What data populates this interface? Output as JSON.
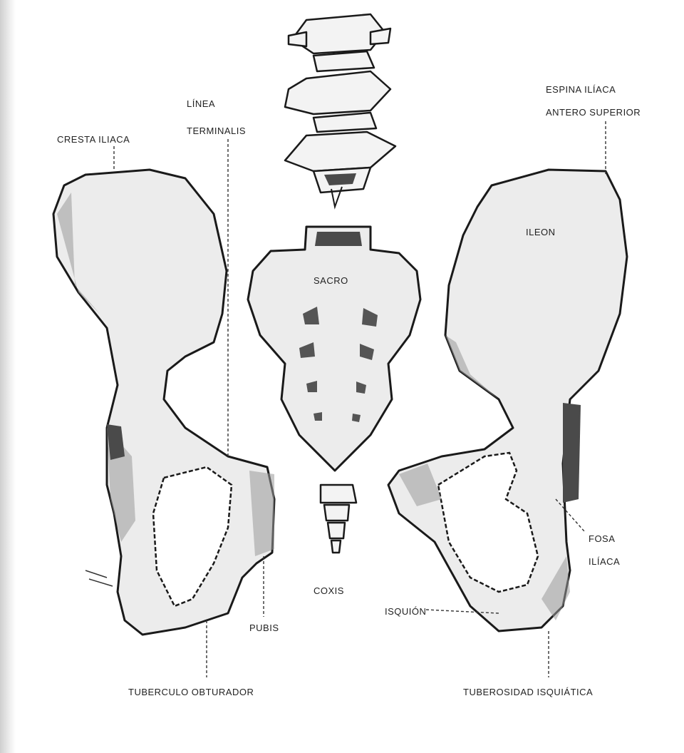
{
  "labels": {
    "cresta_iliaca": "CRESTA ILIACA",
    "linea_terminalis_1": "LÍNEA",
    "linea_terminalis_2": "TERMINALIS",
    "espina_1": "ESPINA ILÍACA",
    "espina_2": "ANTERO SUPERIOR",
    "ileon": "ILEON",
    "sacro": "SACRO",
    "coxis": "COXIS",
    "pubis": "PUBIS",
    "fosa_1": "FOSA",
    "fosa_2": "ILÍACA",
    "isquion": "ISQUIÓN",
    "tuberculo_obturador": "TUBERCULO OBTURADOR",
    "tuberosidad_isquiatica": "TUBEROSIDAD ISQUIÁTICA"
  }
}
